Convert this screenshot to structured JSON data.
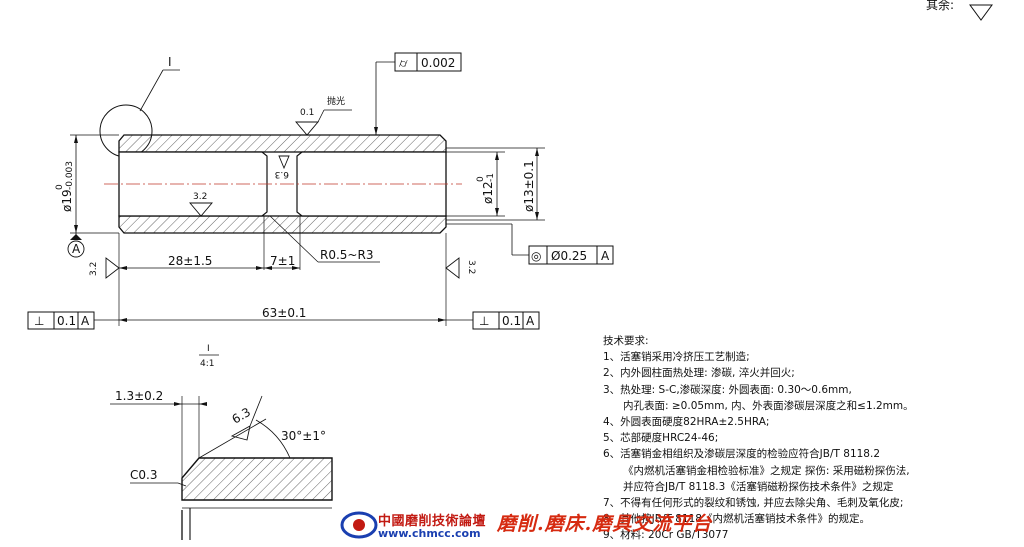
{
  "rest_surface_label": "其余:",
  "section_label": "I",
  "detail": {
    "label": "I",
    "scale": "4:1"
  },
  "frame_callouts": [
    {
      "symbol": "⌭",
      "value": "0.002"
    },
    {
      "symbol": "◎",
      "value": "Ø0.25",
      "datum": "A"
    },
    {
      "symbol": "⊥",
      "value": "0.1",
      "datum": "A"
    },
    {
      "symbol": "⊥",
      "value": "0.1",
      "datum": "A"
    }
  ],
  "datum_label": "A",
  "surface_marks": {
    "outer": "0.1",
    "polish": "抛光",
    "bore": "3.2",
    "groove": "6.3",
    "end_left": "3.2",
    "end_right": "3.2"
  },
  "dimensions": {
    "outer_dia": "ø19-0.003",
    "outer_dia_base": "ø19",
    "outer_dia_upper": "0",
    "outer_dia_lower": "-0.003",
    "bore_dia": "ø12-1",
    "bore_dia_base": "ø12",
    "bore_dia_upper": "0",
    "bore_dia_lower": "-1",
    "groove_dia": "ø13±0.1",
    "left_len": "28±1.5",
    "groove_len": "7±1",
    "fillet": "R0.5~R3",
    "total_len": "63±0.1"
  },
  "detail_dims": {
    "width": "1.3±0.2",
    "rough": "6.3",
    "angle": "30°±1°",
    "chamfer": "C0.3"
  },
  "tech_requirements": {
    "title": "技术要求:",
    "lines": [
      "1、活塞销采用冷挤压工艺制造;",
      "2、内外圆柱面热处理: 渗碳, 淬火并回火;",
      "3、热处理: S-C,渗碳深度: 外圆表面: 0.30～0.6mm,",
      "内孔表面: ≥0.05mm, 内、外表面渗碳层深度之和≤1.2mm。",
      "4、外圆表面硬度82HRA±2.5HRA;",
      "5、芯部硬度HRC24-46;",
      "6、活塞销金相组织及渗碳层深度的检验应符合JB/T 8118.2",
      "《内燃机活塞销金相检验标准》之规定  探伤: 采用磁粉探伤法,",
      "并应符合JB/T 8118.3《活塞销磁粉探伤技术条件》之规定",
      "7、不得有任何形式的裂纹和锈蚀, 并应去除尖角、毛刺及氧化皮;",
      "8、其他按JB/T 8118《内燃机活塞销技术条件》的规定。",
      "9、材料: 20Cr   GB/T3077"
    ]
  },
  "watermark": {
    "cn": "中國磨削技術論壇",
    "url": "www.chmcc.com",
    "big": "磨削.磨床.磨具交流平台"
  }
}
